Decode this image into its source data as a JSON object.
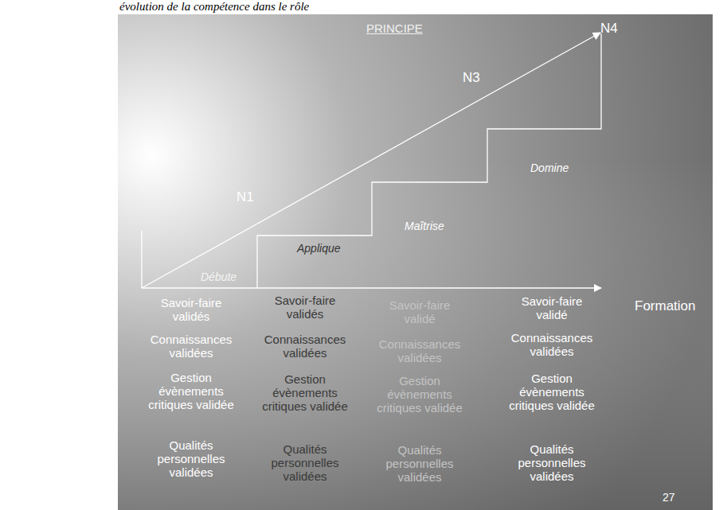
{
  "diagram": {
    "title": "PRINCIPE",
    "caption": "évolution de la compétence dans le rôle",
    "labels": [
      "N4",
      "N3",
      "N1",
      "Débute",
      "Applique",
      "Maîtrise",
      "Domine",
      "Formation",
      "Savoir-faire validés",
      "Connaissances validées",
      "Gestion évènements critiques validée",
      "Qualités personnelles validées",
      "Savoir-faire validés",
      "Connaissances validées",
      "Gestion évènements critiques validée",
      "Qualités personnelles validées",
      "Savoir-faire validé",
      "Connaissances validées",
      "Gestion évènements critiques validée",
      "Qualités personnelles validées",
      "Savoir-faire validé",
      "Connaissances validées",
      "Gestion évènements critiques validée",
      "Qualités personnelles validées",
      "27"
    ]
  }
}
